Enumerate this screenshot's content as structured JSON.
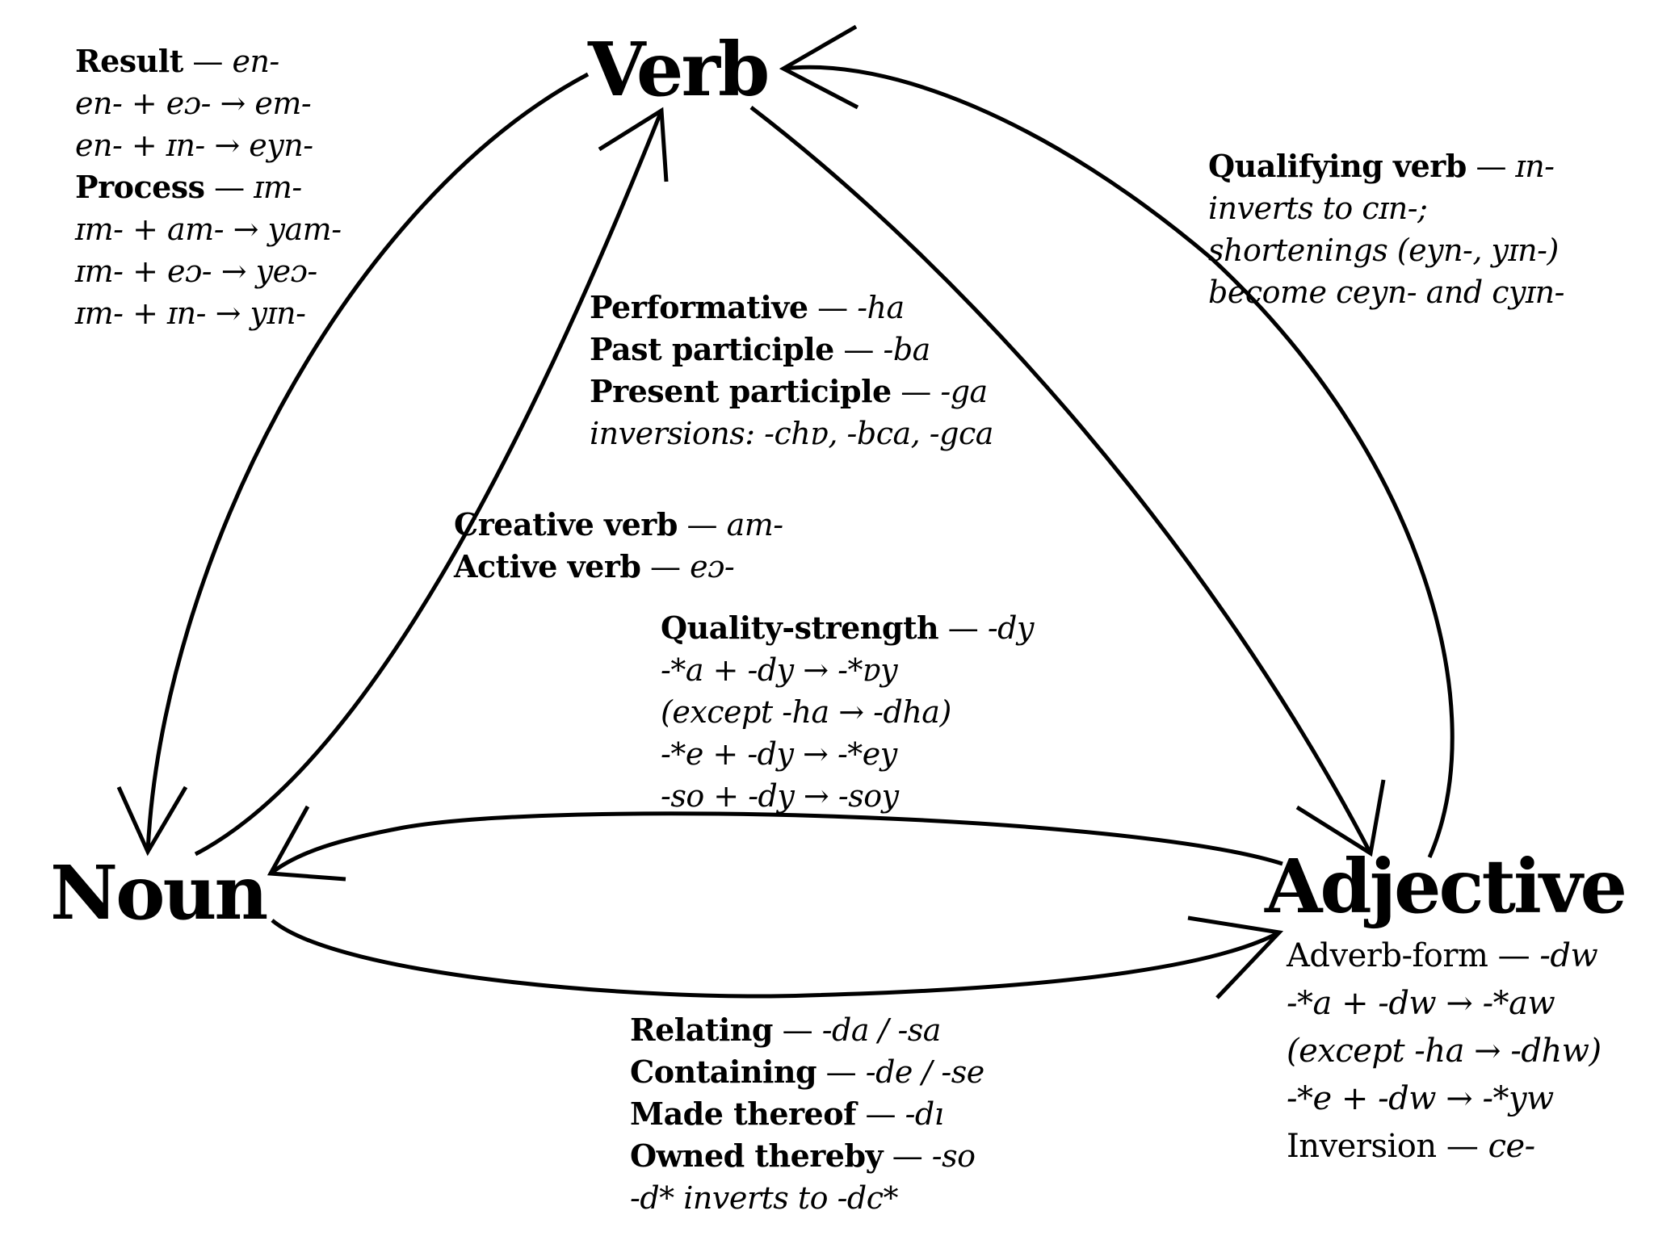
{
  "nodes": {
    "verb": "Verb",
    "noun": "Noun",
    "adjective": "Adjective"
  },
  "edges": [
    {
      "from": "Verb",
      "to": "Noun",
      "label_block": "verb_to_noun"
    },
    {
      "from": "Noun",
      "to": "Verb",
      "label_block": "noun_to_verb"
    },
    {
      "from": "Verb",
      "to": "Adjective",
      "label_block": "verb_to_adjective"
    },
    {
      "from": "Adjective",
      "to": "Verb",
      "label_block": "adjective_to_verb"
    },
    {
      "from": "Adjective",
      "to": "Noun",
      "label_block": "adjective_to_noun"
    },
    {
      "from": "Noun",
      "to": "Adjective",
      "label_block": "noun_to_adjective"
    }
  ],
  "verb_to_noun": {
    "lines": [
      {
        "bold": "Result",
        "sep": " — ",
        "italic": "en-"
      },
      {
        "italic": "en- + eɔ- → em-"
      },
      {
        "italic": "en- + ɪn- → eyn-"
      },
      {
        "bold": "Process",
        "sep": " — ",
        "italic": "ɪm-"
      },
      {
        "italic": "ɪm- + am- → yam-"
      },
      {
        "italic": "ɪm- + eɔ- → yeɔ-"
      },
      {
        "italic": "ɪm- + ɪn- → yɪn-"
      }
    ]
  },
  "verb_to_adjective": {
    "lines": [
      {
        "bold": "Performative",
        "sep": " — ",
        "italic": "-ha"
      },
      {
        "bold": "Past participle",
        "sep": " — ",
        "italic": "-ba"
      },
      {
        "bold": "Present participle",
        "sep": " — ",
        "italic": "-ga"
      },
      {
        "italic": "inversions: -chɐ, -bca, -gca"
      }
    ]
  },
  "noun_to_verb": {
    "lines": [
      {
        "bold": "Creative verb",
        "sep": " — ",
        "italic": "am-"
      },
      {
        "bold": "Active verb",
        "sep": " — ",
        "italic": "eɔ-"
      }
    ]
  },
  "adjective_to_noun": {
    "lines": [
      {
        "bold": "Quality-strength",
        "sep": " — ",
        "italic": "-dy"
      },
      {
        "italic": "-*a + -dy → -*ɐy"
      },
      {
        "italic": "(except -ha → -dha)"
      },
      {
        "italic": "-*e + -dy → -*ey"
      },
      {
        "italic": "-so + -dy → -soy"
      }
    ]
  },
  "adjective_to_verb": {
    "lines": [
      {
        "bold": "Qualifying verb",
        "sep": " — ",
        "italic": "ɪn-"
      },
      {
        "italic": "inverts to cɪn-;"
      },
      {
        "italic": "shortenings (eyn-, yɪn-)"
      },
      {
        "italic": "become ceyn- and cyɪn-"
      }
    ]
  },
  "noun_to_adjective": {
    "lines": [
      {
        "bold": "Relating",
        "sep": " — ",
        "italic": "-da / -sa"
      },
      {
        "bold": "Containing",
        "sep": " — ",
        "italic": "-de / -se"
      },
      {
        "bold": "Made thereof",
        "sep": " — ",
        "italic": "-dı"
      },
      {
        "bold": "Owned thereby",
        "sep": " — ",
        "italic": "-so"
      },
      {
        "italic": "-d* inverts to -dc*"
      }
    ]
  },
  "adjective_notes": {
    "lines": [
      {
        "plain": "Adverb-form",
        "sep": " — ",
        "italic": "-dw"
      },
      {
        "italic": "-*a + -dw → -*aw"
      },
      {
        "italic": "(except -ha → -dhw)"
      },
      {
        "italic": "-*e + -dw → -*yw"
      },
      {
        "plain": "Inversion",
        "sep": " — ",
        "italic": "ce-"
      }
    ]
  }
}
